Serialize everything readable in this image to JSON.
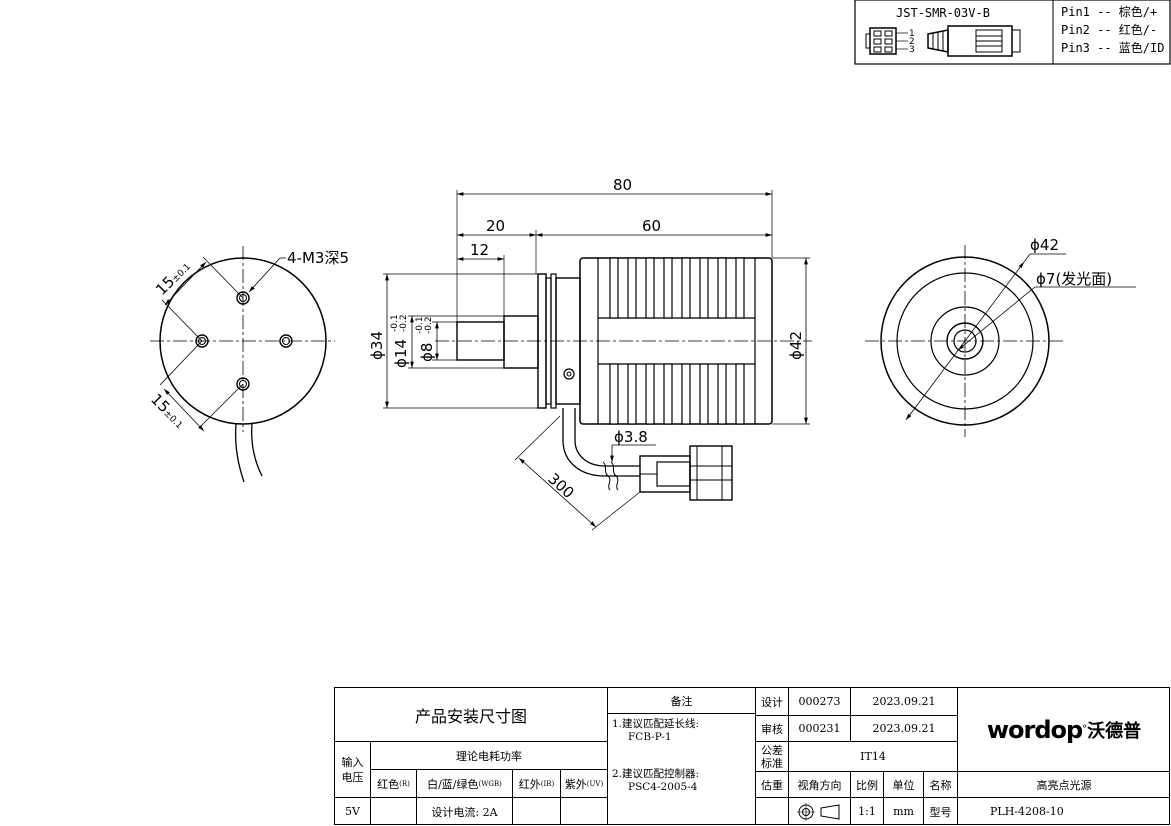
{
  "connector": {
    "model": "JST-SMR-03V-B",
    "pin_numbers": [
      "1",
      "2",
      "3"
    ],
    "pins": [
      "Pin1 -- 棕色/+",
      "Pin2 -- 红色/-",
      "Pin3 -- 蓝色/ID"
    ]
  },
  "dimensions": {
    "overall_length": "80",
    "front_length": "20",
    "tip_length": "12",
    "heatsink_length": "60",
    "body_dia": "ϕ34",
    "shaft_dia": "ϕ14",
    "shaft_tol_upper": "-0.1",
    "shaft_tol_lower": "-0.2",
    "tip_dia": "ϕ8",
    "tip_tol_upper": "-0.1",
    "tip_tol_lower": "-0.2",
    "heatsink_dia": "ϕ42",
    "cable_dia": "ϕ3.8",
    "cable_length": "300",
    "screw_holes": "4-M3深5",
    "hole_spacing_top": "15",
    "hole_spacing_bottom": "15",
    "hole_tol": "±0.1",
    "end_dia": "ϕ42",
    "emit_dia": "ϕ7(发光面)"
  },
  "title_block": {
    "drawing_title": "产品安装尺寸图",
    "input_voltage_label": "输入\n电压",
    "power_header": "理论电耗功率",
    "col_red": "红色",
    "col_red_sub": "(R)",
    "col_wgb": "白/蓝/绿色",
    "col_wgb_sub": "(WGB)",
    "col_ir": "红外",
    "col_ir_sub": "(IR)",
    "col_uv": "紫外",
    "col_uv_sub": "(UV)",
    "voltage": "5V",
    "design_current": "设计电流: 2A",
    "notes_header": "备注",
    "note1": "1.建议匹配延长线:",
    "note1_value": "FCB-P-1",
    "note2": "2.建议匹配控制器:",
    "note2_value": "PSC4-2005-4",
    "design_label": "设计",
    "design_code": "000273",
    "design_date": "2023.09.21",
    "review_label": "审核",
    "review_code": "000231",
    "review_date": "2023.09.21",
    "tolerance_label": "公差\n标准",
    "tolerance_value": "IT14",
    "weight_label": "估重",
    "view_label": "视角方向",
    "scale_label": "比例",
    "unit_label": "单位",
    "name_label": "名称",
    "name_value": "高亮点光源",
    "scale_value": "1:1",
    "unit_value": "mm",
    "model_label": "型号",
    "model_value": "PLH-4208-10",
    "logo_text": "wordop",
    "logo_cn": "沃德普"
  }
}
